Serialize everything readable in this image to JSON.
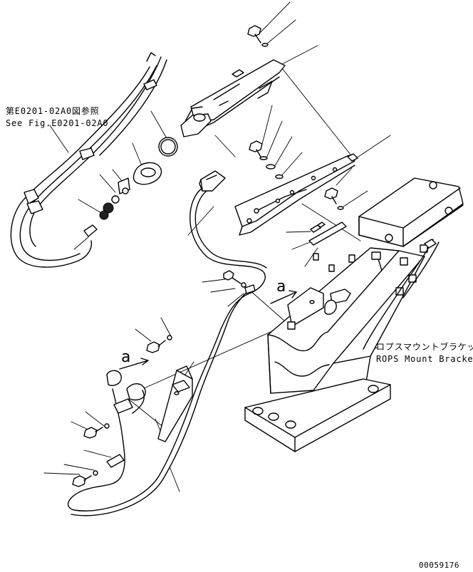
{
  "labels": {
    "ref_jp": "第E0201-02A0図参照",
    "ref_en": "See Fig.E0201-02A0",
    "rops_jp": "ロプスマウントブラケット",
    "rops_en": "ROPS Mount Bracket",
    "arrow_a_upper": "a",
    "arrow_a_lower": "a",
    "part_number": "00059176"
  }
}
